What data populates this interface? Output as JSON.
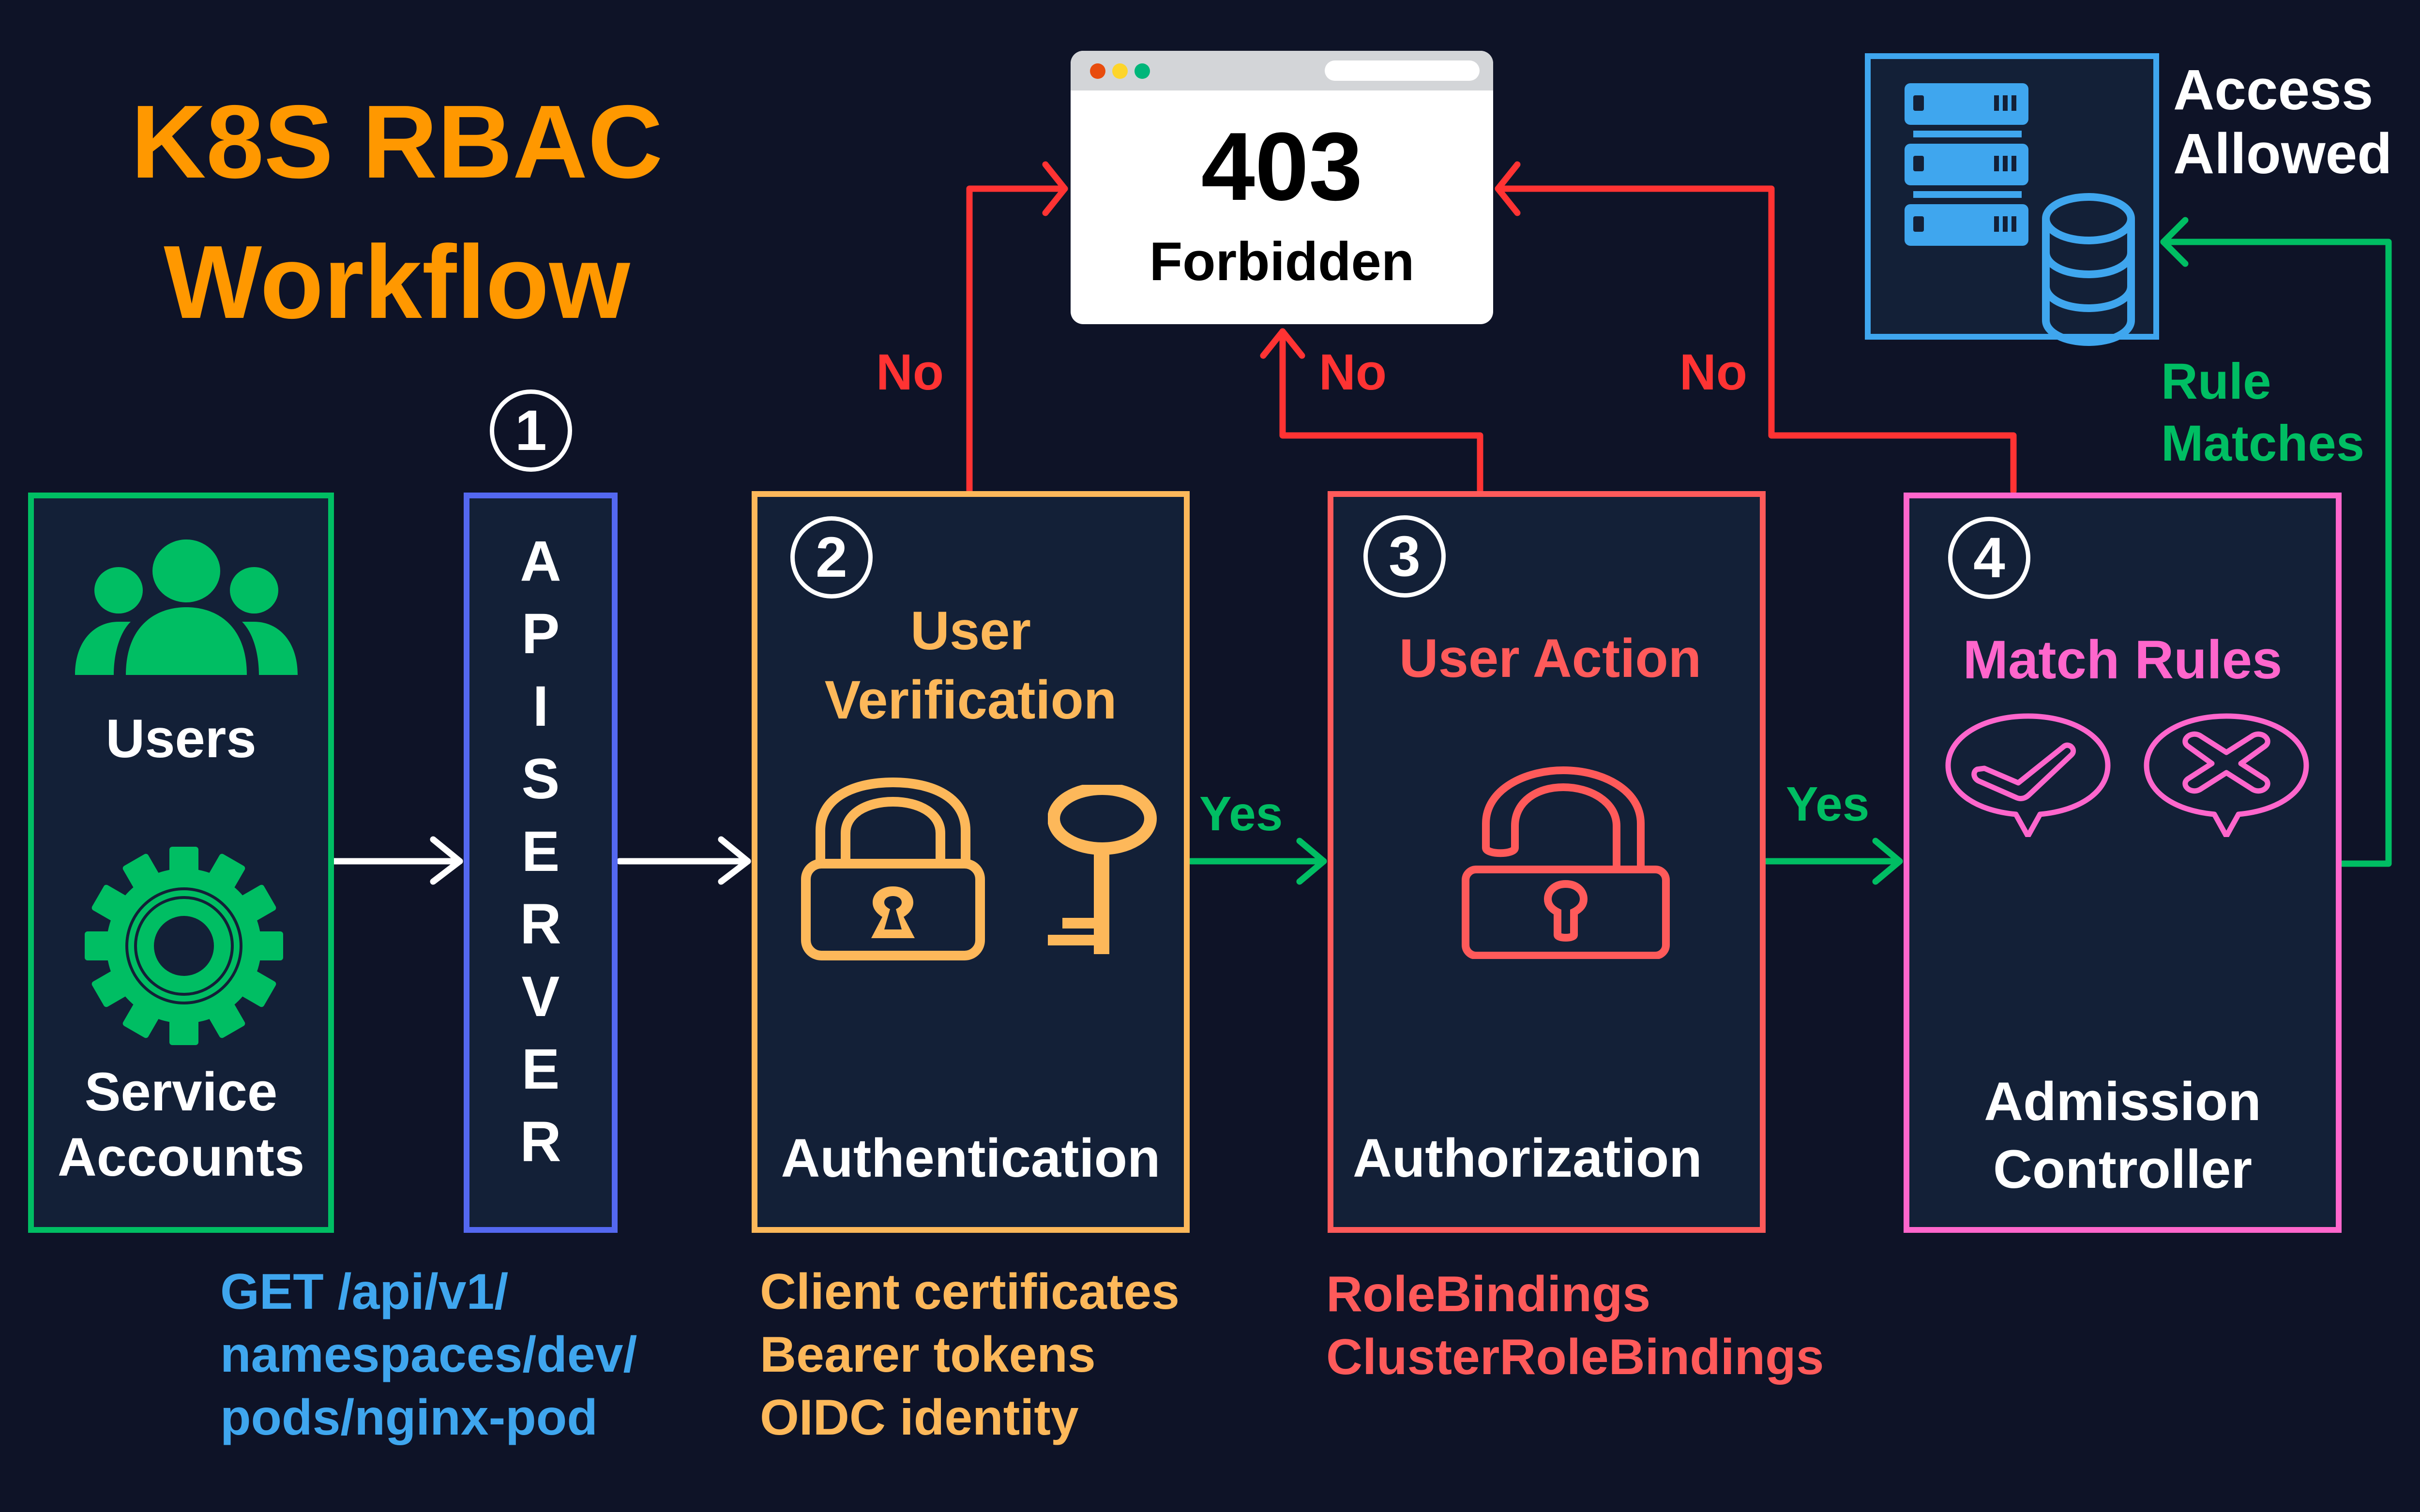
{
  "title": {
    "line1": "K8S RBAC",
    "line2": "Workflow"
  },
  "colors": {
    "background": "#0E1327",
    "panel": "#132037",
    "title": "#FF9800",
    "users": "#00BE63",
    "api_server": "#5468F0",
    "authentication": "#FDB85A",
    "authorization": "#FF5A5A",
    "admission": "#FF66CC",
    "access": "#3FA6EE",
    "no_arrow": "#FF3333",
    "yes_arrow": "#00BE63"
  },
  "sources": {
    "users_label": "Users",
    "users_icon": "users-group-icon",
    "service_accounts_label_line1": "Service",
    "service_accounts_label_line2": "Accounts",
    "service_accounts_icon": "gear-icon"
  },
  "api_server": {
    "badge": "1",
    "letters": [
      "A",
      "P",
      "I",
      "S",
      "E",
      "R",
      "V",
      "E",
      "R"
    ]
  },
  "steps": [
    {
      "badge": "2",
      "title_line1": "User",
      "title_line2": "Verification",
      "label": "Authentication",
      "icons": [
        "padlock-closed-icon",
        "key-icon"
      ],
      "notes": [
        "Client certificates",
        "Bearer tokens",
        "OIDC identity"
      ]
    },
    {
      "badge": "3",
      "title_line1": "User Action",
      "label": "Authorization",
      "icons": [
        "padlock-open-icon"
      ],
      "notes": [
        "RoleBindings",
        "ClusterRoleBindings"
      ]
    },
    {
      "badge": "4",
      "title_line1": "Match Rules",
      "label_line1": "Admission",
      "label_line2": "Controller",
      "icons": [
        "check-bubble-icon",
        "x-bubble-icon"
      ]
    }
  ],
  "request": {
    "lines": [
      "GET /api/v1/",
      "namespaces/dev/",
      "pods/nginx-pod"
    ]
  },
  "forbidden": {
    "code": "403",
    "message": "Forbidden"
  },
  "access": {
    "line1": "Access",
    "line2": "Allowed",
    "icons": [
      "server-rack-icon",
      "database-icon"
    ]
  },
  "connectors": {
    "no_label": "No",
    "yes_label": "Yes",
    "rule_matches_line1": "Rule",
    "rule_matches_line2": "Matches"
  }
}
